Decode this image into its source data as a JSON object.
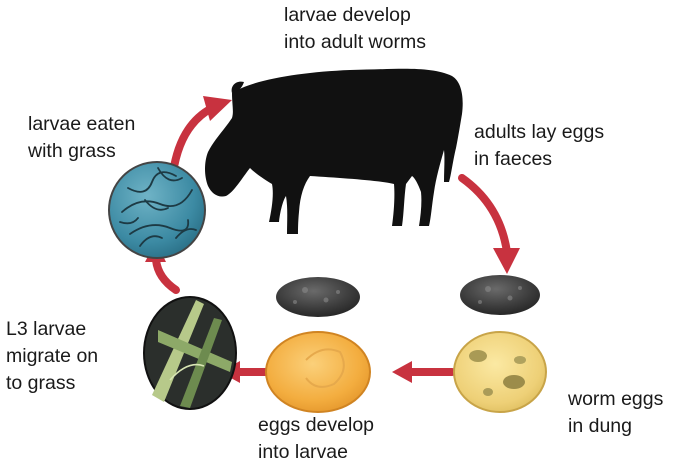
{
  "diagram": {
    "arrow_color": "#c8323f",
    "cow_color": "#111111",
    "stages": {
      "adult_worms": {
        "line1": "larvae develop",
        "line2": "into adult worms",
        "icon": "cow-silhouette"
      },
      "adults_lay_eggs": {
        "line1": "adults lay eggs",
        "line2": "in faeces",
        "icon": "dung-pat"
      },
      "worm_eggs": {
        "line1": "worm eggs",
        "line2": "in dung",
        "icon": "dung-cross-section"
      },
      "eggs_develop": {
        "line1": "eggs develop",
        "line2": "into larvae",
        "icon": "larvae-in-egg"
      },
      "l3_migrate": {
        "line1": "L3 larvae",
        "line2": "migrate on",
        "line3": "to grass",
        "icon": "grass-blades"
      },
      "larvae_eaten": {
        "line1": "larvae eaten",
        "line2": "with grass",
        "icon": "larvae-on-grass"
      }
    }
  }
}
